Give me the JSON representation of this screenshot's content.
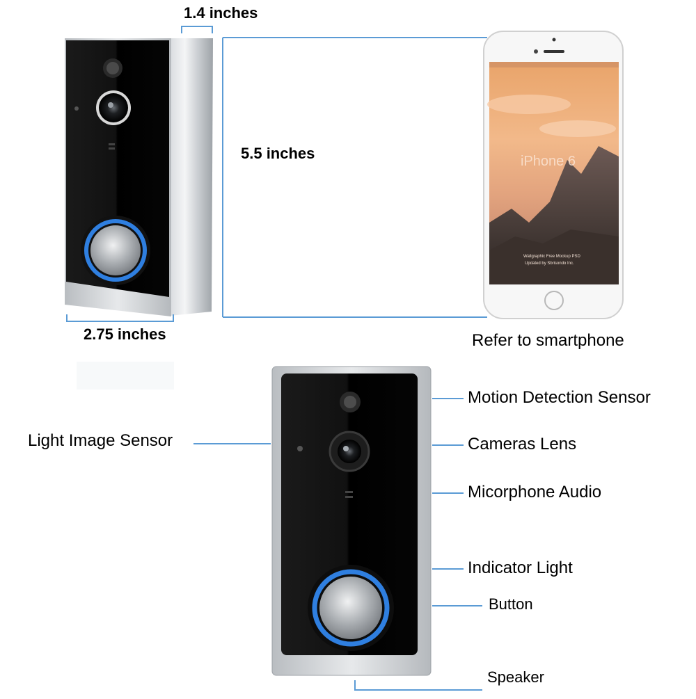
{
  "dimensions": {
    "depth": "1.4 inches",
    "height": "5.5 inches",
    "width": "2.75 inches",
    "reference": "Refer to smartphone"
  },
  "phone_screen": {
    "model_text": "iPhone 6",
    "caption_line1": "Wallgraphic Free Mockup PSD",
    "caption_line2": "Updated by Sbrisondo Inc."
  },
  "callouts": {
    "motion_sensor": "Motion Detection Sensor",
    "camera_lens": "Cameras Lens",
    "microphone": "Micorphone Audio",
    "indicator_light": "Indicator Light",
    "button": "Button",
    "speaker": "Speaker",
    "light_sensor": "Light Image Sensor"
  },
  "colors": {
    "accent_line": "#5b9bd5",
    "ring_blue": "#2f7fe0",
    "frame_silver": "#c9cdd1",
    "panel_black": "#0a0a0a"
  }
}
